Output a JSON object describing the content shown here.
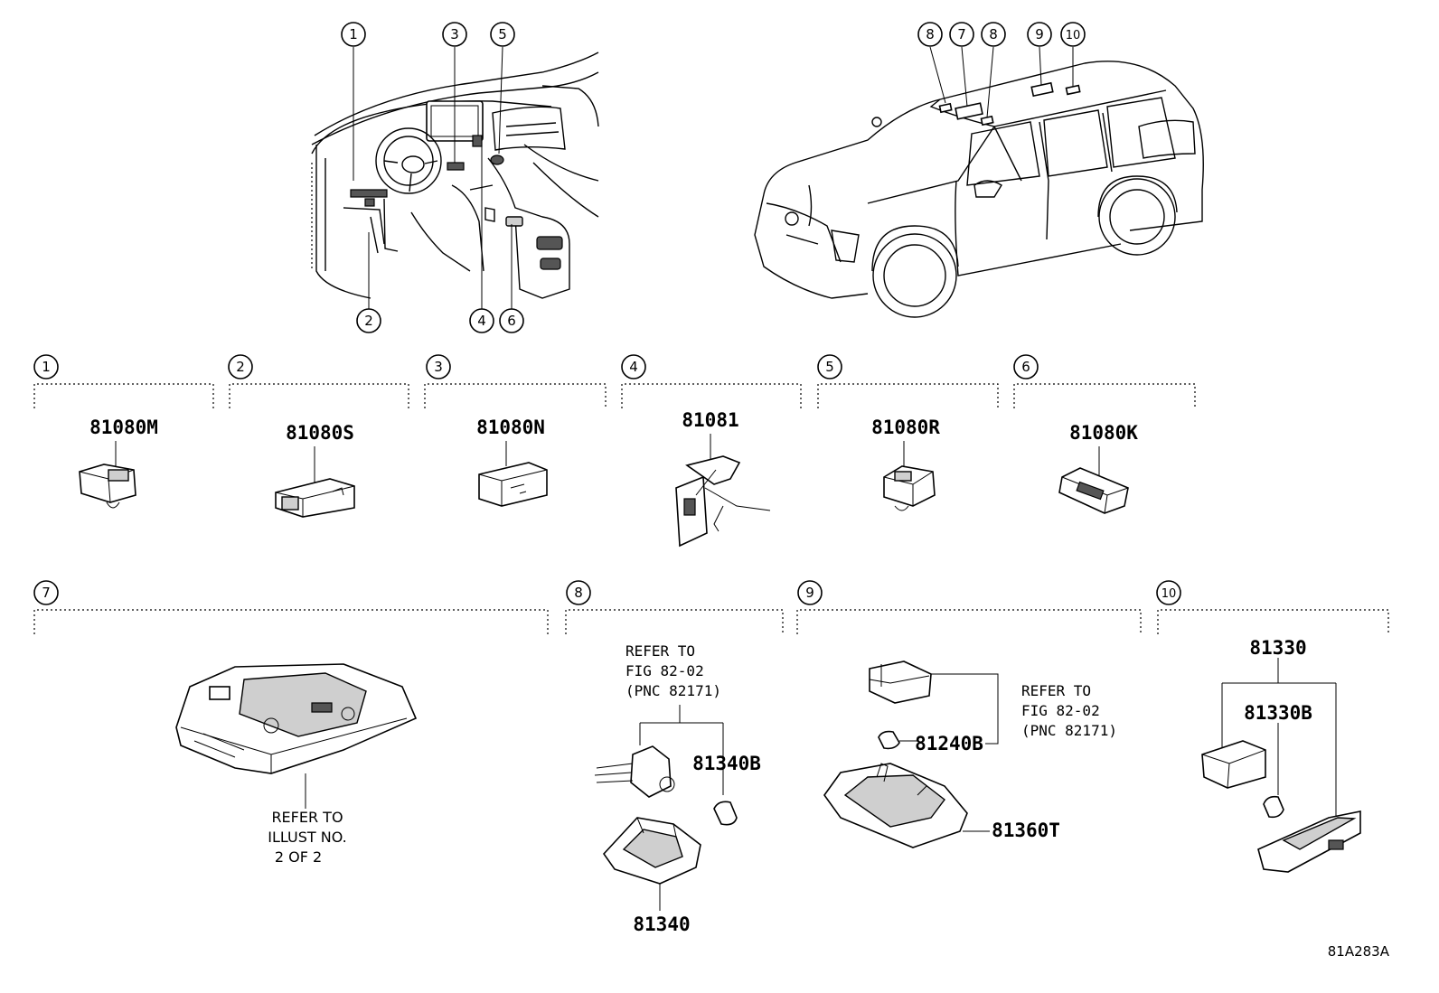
{
  "callouts": {
    "c1": "1",
    "c2": "2",
    "c3": "3",
    "c4": "4",
    "c5": "5",
    "c6": "6",
    "c7": "7",
    "c8": "8",
    "c9": "9",
    "c10": "10"
  },
  "parts": {
    "p1": "81080M",
    "p2": "81080S",
    "p3": "81080N",
    "p4": "81081",
    "p5": "81080R",
    "p6": "81080K",
    "p8a": "81340B",
    "p8b": "81340",
    "p9a": "81240B",
    "p9b": "81360T",
    "p10a": "81330",
    "p10b": "81330B"
  },
  "notes": {
    "sec7": [
      "REFER TO",
      "ILLUST NO.",
      "2 OF 2"
    ],
    "sec8": [
      "REFER TO",
      "FIG 82-02",
      "(PNC 82171)"
    ],
    "sec9": [
      "REFER TO",
      "FIG 82-02",
      "(PNC 82171)"
    ]
  },
  "illustration_code": "81A283A"
}
